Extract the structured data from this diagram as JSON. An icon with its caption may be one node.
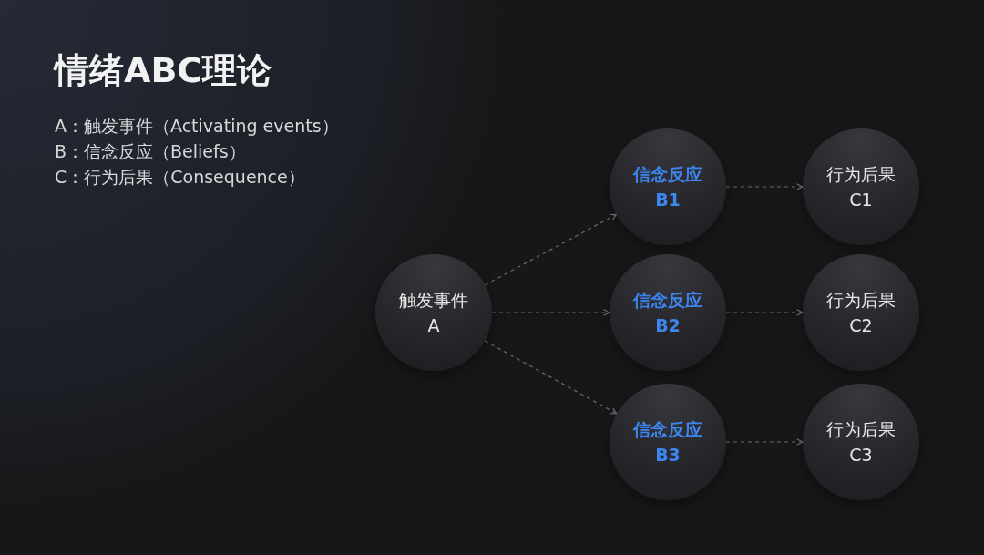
{
  "diagram": {
    "title": "情绪ABC理论",
    "nodes": [
      {
        "text": [
          "触发事件",
          "A"
        ]
      },
      {
        "text": [
          "信念反应",
          "B1"
        ]
      },
      {
        "text": [
          "行为后果",
          "C1"
        ]
      },
      {
        "text": [
          "信念反应",
          "B2"
        ]
      },
      {
        "text": [
          "行为后果",
          "C2"
        ]
      },
      {
        "text": [
          "信念反应",
          "B3"
        ]
      },
      {
        "text": [
          "行为后果",
          "C3"
        ]
      }
    ],
    "edges": [
      {
        "from": 0,
        "to": 1,
        "arrow": "to",
        "style": "dashed"
      },
      {
        "from": 0,
        "to": 3,
        "arrow": "to",
        "style": "dashed"
      },
      {
        "from": 0,
        "to": 5,
        "arrow": "to",
        "style": "dashed"
      },
      {
        "from": 1,
        "to": 2,
        "arrow": "to",
        "style": "dashed"
      },
      {
        "from": 3,
        "to": 4,
        "arrow": "to",
        "style": "dashed"
      },
      {
        "from": 5,
        "to": 6,
        "arrow": "to",
        "style": "dashed"
      }
    ],
    "labels": [
      "A：触发事件（Activating events）",
      "B：信念反应（Beliefs）",
      "C：行为后果（Consequence）"
    ]
  }
}
